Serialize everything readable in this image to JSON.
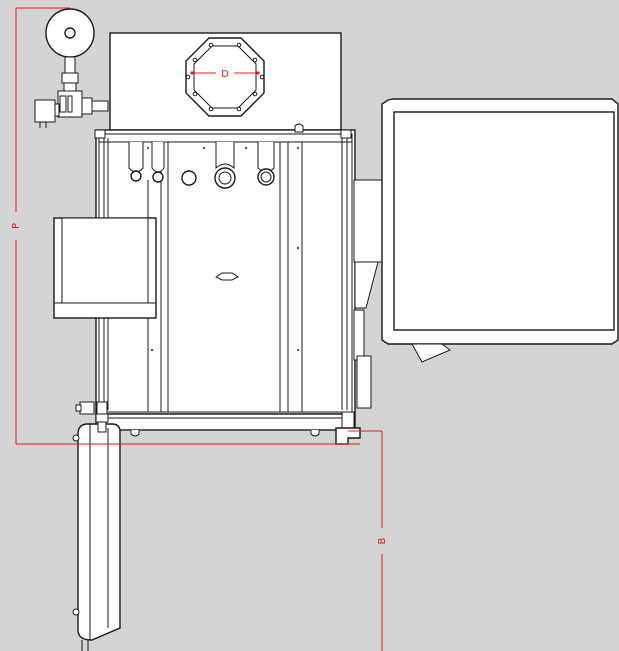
{
  "dimensions": {
    "P": "P",
    "D": "D",
    "B": "B"
  },
  "colors": {
    "background": "#d4d4d4",
    "line": "#1a1a1a",
    "dimension": "#e8181e",
    "fill": "#ffffff"
  }
}
